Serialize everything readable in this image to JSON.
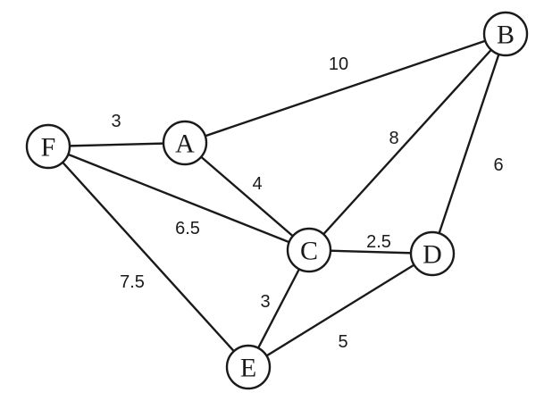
{
  "graph": {
    "nodes": [
      {
        "id": "A",
        "label": "A"
      },
      {
        "id": "B",
        "label": "B"
      },
      {
        "id": "C",
        "label": "C"
      },
      {
        "id": "D",
        "label": "D"
      },
      {
        "id": "E",
        "label": "E"
      },
      {
        "id": "F",
        "label": "F"
      }
    ],
    "edges": [
      {
        "from": "F",
        "to": "A",
        "weight": "3"
      },
      {
        "from": "A",
        "to": "B",
        "weight": "10"
      },
      {
        "from": "A",
        "to": "C",
        "weight": "4"
      },
      {
        "from": "B",
        "to": "C",
        "weight": "8"
      },
      {
        "from": "B",
        "to": "D",
        "weight": "6"
      },
      {
        "from": "F",
        "to": "C",
        "weight": "6.5"
      },
      {
        "from": "C",
        "to": "D",
        "weight": "2.5"
      },
      {
        "from": "F",
        "to": "E",
        "weight": "7.5"
      },
      {
        "from": "C",
        "to": "E",
        "weight": "3"
      },
      {
        "from": "E",
        "to": "D",
        "weight": "5"
      }
    ]
  }
}
